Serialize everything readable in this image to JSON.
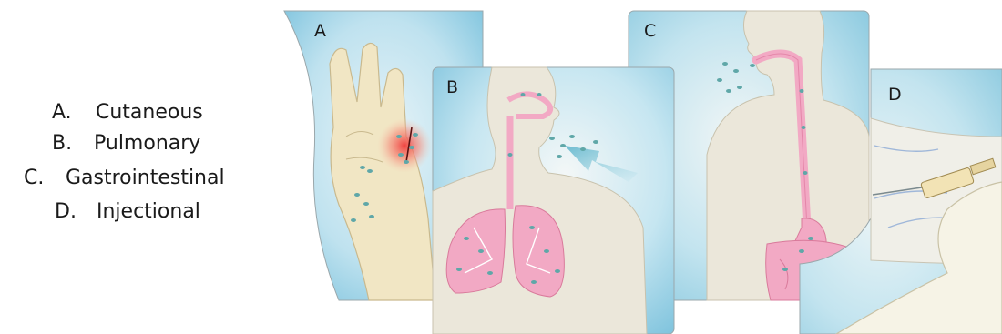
{
  "legend": {
    "items": [
      {
        "letter": "A.",
        "label": "Cutaneous"
      },
      {
        "letter": "B.",
        "label": "Pulmonary"
      },
      {
        "letter": "C.",
        "label": "Gastrointestinal"
      },
      {
        "letter": "D.",
        "label": "Injectional"
      }
    ]
  },
  "panels": {
    "a": {
      "letter": "A"
    },
    "b": {
      "letter": "B"
    },
    "c": {
      "letter": "C"
    },
    "d": {
      "letter": "D"
    }
  },
  "colors": {
    "panel_bg": "#a9d8ea",
    "skin": "#f1e6c4",
    "organ_pink": "#f2a9c4",
    "microbe": "#5fa7a8",
    "inflammation": "#ef3a3a",
    "arrow": "#7cc6d8"
  }
}
